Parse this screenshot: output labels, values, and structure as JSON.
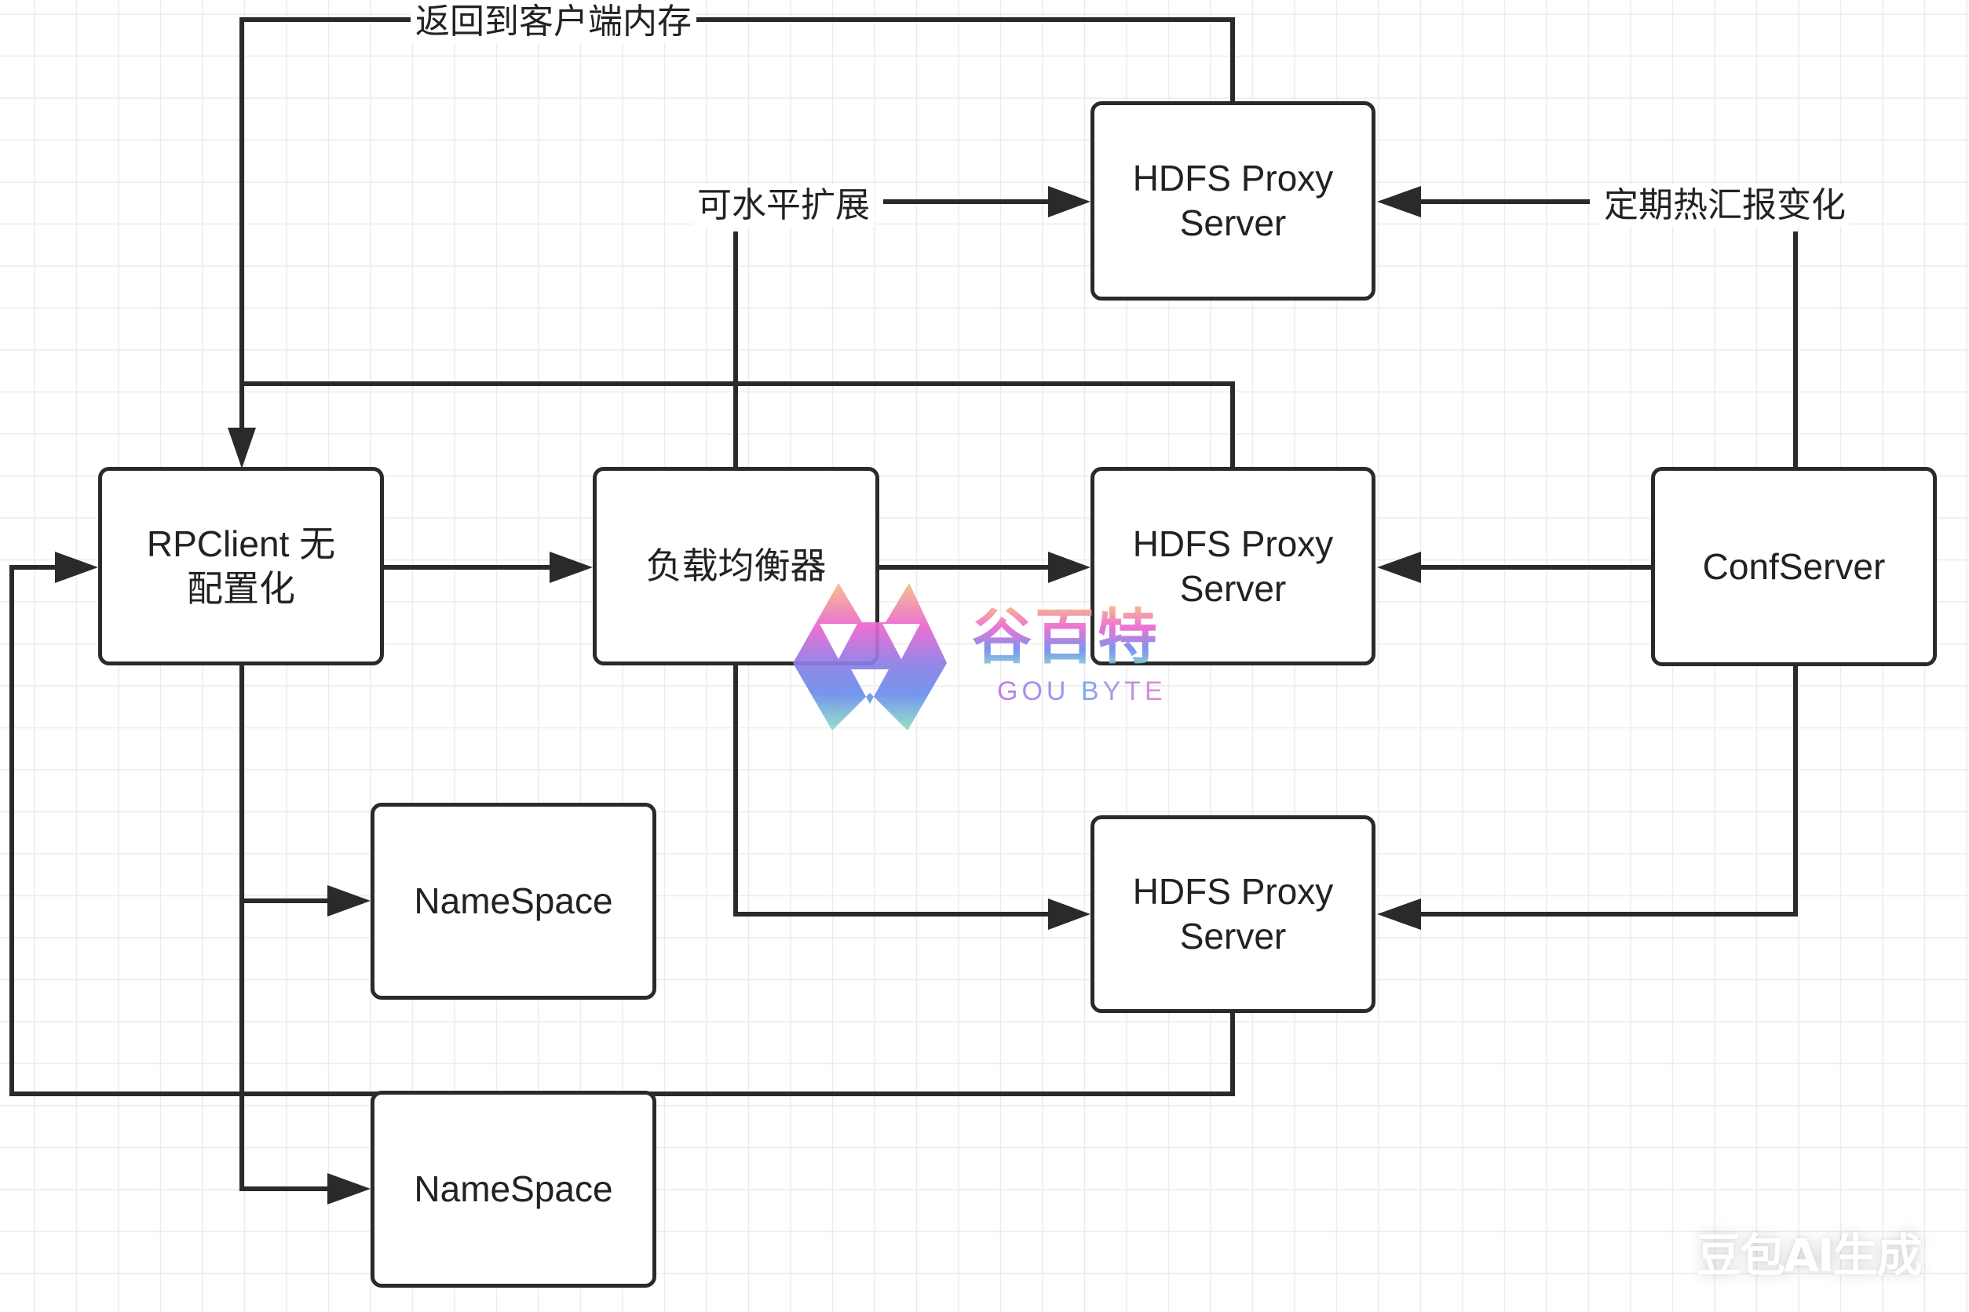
{
  "diagram": {
    "type": "architecture-flow",
    "colors": {
      "stroke": "#2a2a2a",
      "background": "#ffffff",
      "grid": "#ececec"
    },
    "nodes": [
      {
        "id": "rpclient",
        "lines": [
          "RPClient 无",
          "配置化"
        ]
      },
      {
        "id": "balancer",
        "lines": [
          "负载均衡器"
        ]
      },
      {
        "id": "hdfs_top",
        "lines": [
          "HDFS Proxy",
          "Server"
        ]
      },
      {
        "id": "hdfs_mid",
        "lines": [
          "HDFS Proxy",
          "Server"
        ]
      },
      {
        "id": "hdfs_bottom",
        "lines": [
          "HDFS Proxy",
          "Server"
        ]
      },
      {
        "id": "confserver",
        "lines": [
          "ConfServer"
        ]
      },
      {
        "id": "namespace_1",
        "lines": [
          "NameSpace"
        ]
      },
      {
        "id": "namespace_2",
        "lines": [
          "NameSpace"
        ]
      }
    ],
    "edges": [
      {
        "from": "hdfs_top",
        "to": "rpclient",
        "label": "返回到客户端内存"
      },
      {
        "from": "balancer",
        "to": "hdfs_top",
        "label": "可水平扩展"
      },
      {
        "from": "confserver",
        "to": "hdfs_top",
        "label": "定期热汇报变化"
      },
      {
        "from": "hdfs_mid",
        "to": "rpclient",
        "label": ""
      },
      {
        "from": "rpclient",
        "to": "balancer",
        "label": ""
      },
      {
        "from": "balancer",
        "to": "hdfs_mid",
        "label": ""
      },
      {
        "from": "confserver",
        "to": "hdfs_mid",
        "label": ""
      },
      {
        "from": "balancer",
        "to": "hdfs_bottom",
        "label": ""
      },
      {
        "from": "confserver",
        "to": "hdfs_bottom",
        "label": ""
      },
      {
        "from": "hdfs_bottom",
        "to": "rpclient",
        "label": ""
      },
      {
        "from": "rpclient",
        "to": "namespace_1",
        "label": ""
      },
      {
        "from": "rpclient",
        "to": "namespace_2",
        "label": ""
      }
    ]
  },
  "labels": {
    "return_to_client": "返回到客户端内存",
    "horizontal_scale": "可水平扩展",
    "periodic_report": "定期热汇报变化"
  },
  "watermarks": {
    "brand_cn": "谷百特",
    "brand_en": "GOU BYTE",
    "generator": "豆包AI生成"
  }
}
